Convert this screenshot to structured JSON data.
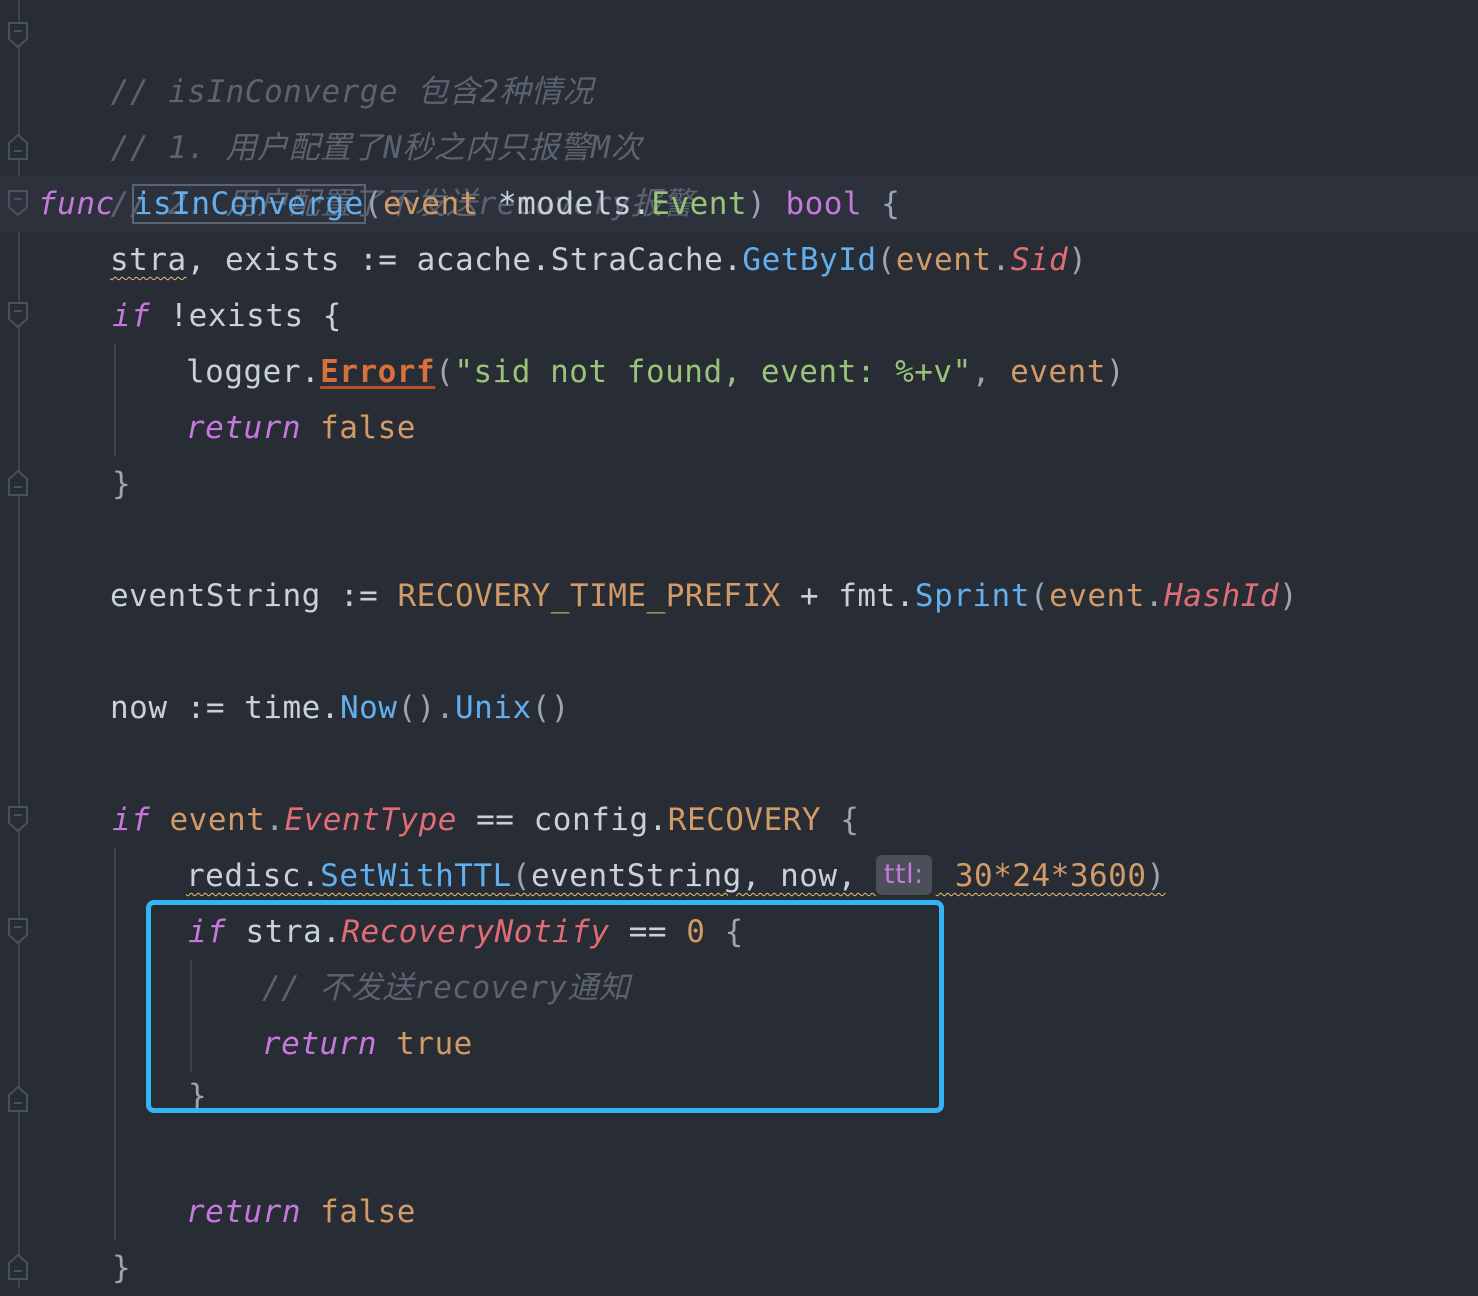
{
  "editor": {
    "language": "go",
    "theme_colors": {
      "background": "#282c34",
      "current_line": "#2c313c",
      "comment": "#5c6370",
      "keyword": "#c678dd",
      "function": "#61afef",
      "parameter": "#d19a66",
      "type": "#98c379",
      "field": "#e06c75",
      "string": "#98c379",
      "highlight_box": "#33b5f5"
    },
    "lines": {
      "l1": {
        "comment": "// isInConverge 包含2种情况"
      },
      "l2": {
        "comment": "// 1. 用户配置了N秒之内只报警M次"
      },
      "l3": {
        "comment": "// 2. 用户配置了不发送recovery报警"
      },
      "l4": {
        "kw": "func",
        "name": "isInConverge",
        "open": "(",
        "param": "event",
        "ptr": " *models.",
        "type": "Event",
        "close": ") ",
        "ret": "bool",
        "brace": " {"
      },
      "l5": {
        "var": "stra",
        "rest": ", exists := acache.StraCache.",
        "fn": "GetById",
        "open": "(",
        "param": "event",
        "dot": ".",
        "field": "Sid",
        "close": ")"
      },
      "l6": {
        "kw": "if",
        "rest": " !exists {"
      },
      "l7": {
        "obj": "logger.",
        "fn": "Errorf",
        "open": "(",
        "str": "\"sid not found, event: %+v\"",
        "comma": ", ",
        "param": "event",
        "close": ")"
      },
      "l8": {
        "kw": "return",
        "val": " false"
      },
      "l9": {
        "brace": "}"
      },
      "l11": {
        "var": "eventString := ",
        "const": "RECOVERY_TIME_PREFIX",
        "op": " + fmt.",
        "fn": "Sprint",
        "open": "(",
        "param": "event",
        "dot": ".",
        "field": "HashId",
        "close": ")"
      },
      "l13": {
        "var": "now := time.",
        "fn1": "Now",
        "mid": "().",
        "fn2": "Unix",
        "close": "()"
      },
      "l15": {
        "kw": "if",
        "param": " event",
        "dot": ".",
        "field": "EventType",
        "op": " == config.",
        "const": "RECOVERY",
        "brace": " {"
      },
      "l16": {
        "obj": "redisc.",
        "fn": "SetWithTTL",
        "open": "(",
        "args": "eventString, now, ",
        "hint": "ttl:",
        "num": " 30*24*3600",
        "close": ")"
      },
      "l17": {
        "kw": "if",
        "obj": " stra.",
        "field": "RecoveryNotify",
        "op": " == ",
        "num": "0",
        "brace": " {"
      },
      "l18": {
        "comment": "// 不发送recovery通知"
      },
      "l19": {
        "kw": "return",
        "val": " true"
      },
      "l20": {
        "brace": "}"
      },
      "l22": {
        "kw": "return",
        "val": " false"
      },
      "l23": {
        "brace": "}"
      }
    }
  }
}
